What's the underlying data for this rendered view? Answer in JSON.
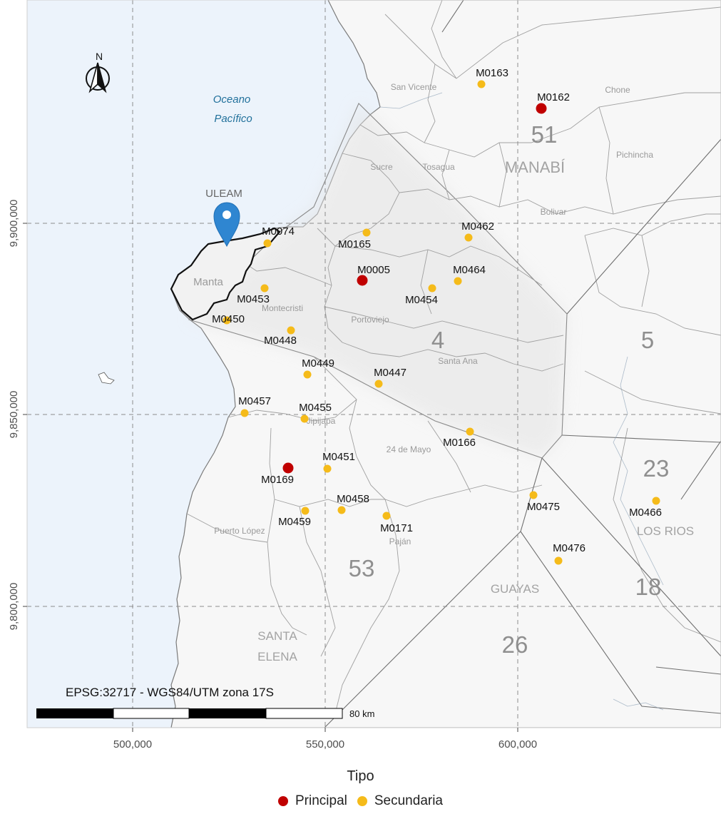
{
  "map": {
    "ocean_label_line1": "Oceano",
    "ocean_label_line2": "Pacífico",
    "north_label": "N",
    "uleam_label": "ULEAM",
    "crs_label": "EPSG:32717 - WGS84/UTM zona 17S",
    "scale_label": "80 km",
    "x_ticks": [
      "500,000",
      "550,000",
      "600,000"
    ],
    "y_ticks": [
      "9,900,000",
      "9,850,000",
      "9,800,000"
    ],
    "colors": {
      "ocean": "#ecf3fb",
      "land": "#f7f7f7",
      "principal": "#c00000",
      "secundaria": "#f5bb1a",
      "pin": "#2f86d1"
    }
  },
  "places": [
    {
      "name": "San Vicente"
    },
    {
      "name": "Chone"
    },
    {
      "name": "Pichincha"
    },
    {
      "name": "Sucre"
    },
    {
      "name": "Tosagua"
    },
    {
      "name": "Bolivar"
    },
    {
      "name": "Manta"
    },
    {
      "name": "Montecristi"
    },
    {
      "name": "Portoviejo"
    },
    {
      "name": "Santa Ana"
    },
    {
      "name": "Jipijapa"
    },
    {
      "name": "24 de Mayo"
    },
    {
      "name": "Puerto López"
    },
    {
      "name": "Paján"
    }
  ],
  "regions": [
    {
      "name": "MANABÍ"
    },
    {
      "name": "GUAYAS"
    },
    {
      "name": "LOS RIOS"
    },
    {
      "name": "SANTA"
    },
    {
      "name": "ELENA"
    }
  ],
  "zones": [
    {
      "name": "51"
    },
    {
      "name": "4"
    },
    {
      "name": "5"
    },
    {
      "name": "23"
    },
    {
      "name": "18"
    },
    {
      "name": "53"
    },
    {
      "name": "26"
    }
  ],
  "stations": [
    {
      "id": "M0163",
      "tipo": "Secundaria"
    },
    {
      "id": "M0162",
      "tipo": "Principal"
    },
    {
      "id": "M0074",
      "tipo": "Secundaria"
    },
    {
      "id": "M0165",
      "tipo": "Secundaria"
    },
    {
      "id": "M0462",
      "tipo": "Secundaria"
    },
    {
      "id": "M0005",
      "tipo": "Principal"
    },
    {
      "id": "M0464",
      "tipo": "Secundaria"
    },
    {
      "id": "M0453",
      "tipo": "Secundaria"
    },
    {
      "id": "M0454",
      "tipo": "Secundaria"
    },
    {
      "id": "M0450",
      "tipo": "Secundaria"
    },
    {
      "id": "M0448",
      "tipo": "Secundaria"
    },
    {
      "id": "M0449",
      "tipo": "Secundaria"
    },
    {
      "id": "M0447",
      "tipo": "Secundaria"
    },
    {
      "id": "M0457",
      "tipo": "Secundaria"
    },
    {
      "id": "M0455",
      "tipo": "Secundaria"
    },
    {
      "id": "M0166",
      "tipo": "Secundaria"
    },
    {
      "id": "M0451",
      "tipo": "Secundaria"
    },
    {
      "id": "M0169",
      "tipo": "Principal"
    },
    {
      "id": "M0458",
      "tipo": "Secundaria"
    },
    {
      "id": "M0459",
      "tipo": "Secundaria"
    },
    {
      "id": "M0171",
      "tipo": "Secundaria"
    },
    {
      "id": "M0475",
      "tipo": "Secundaria"
    },
    {
      "id": "M0466",
      "tipo": "Secundaria"
    },
    {
      "id": "M0476",
      "tipo": "Secundaria"
    }
  ],
  "legend": {
    "title": "Tipo",
    "items": [
      {
        "label": "Principal"
      },
      {
        "label": "Secundaria"
      }
    ]
  }
}
